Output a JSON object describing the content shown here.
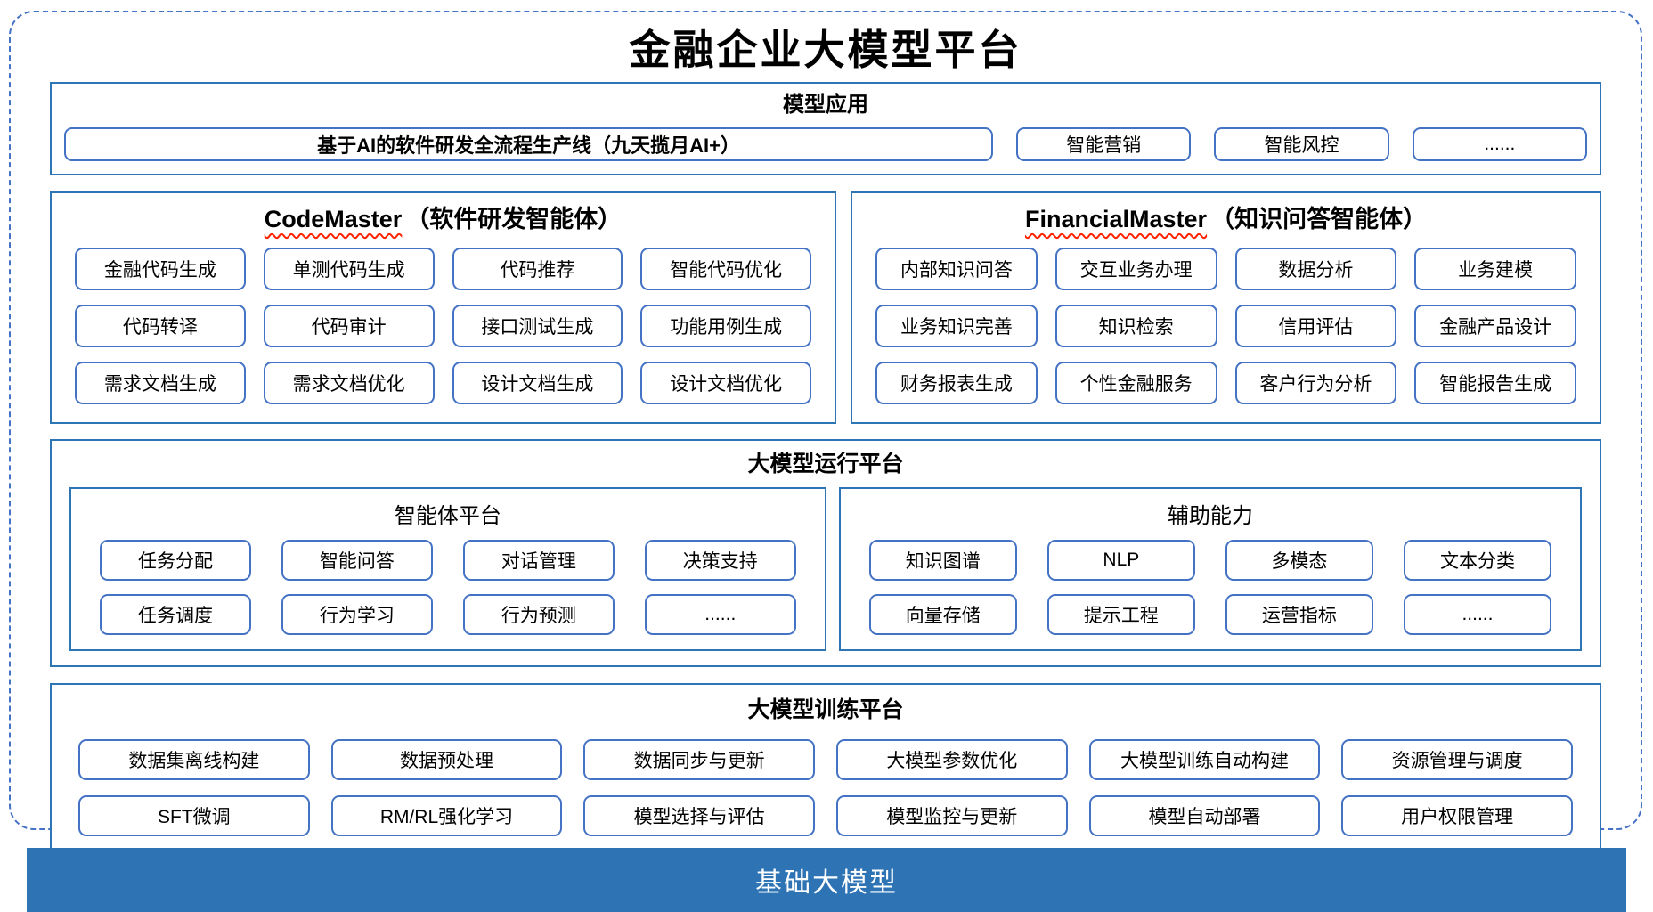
{
  "title": "金融企业大模型平台",
  "sections": {
    "model_apps": {
      "header": "模型应用",
      "main_item": "基于AI的软件研发全流程生产线（九天揽月AI+）",
      "items": [
        "智能营销",
        "智能风控",
        "......"
      ]
    },
    "agents": {
      "codemaster": {
        "title_en": "CodeMaster",
        "title_zh": "（软件研发智能体）",
        "items": [
          "金融代码生成",
          "单测代码生成",
          "代码推荐",
          "智能代码优化",
          "代码转译",
          "代码审计",
          "接口测试生成",
          "功能用例生成",
          "需求文档生成",
          "需求文档优化",
          "设计文档生成",
          "设计文档优化"
        ]
      },
      "financialmaster": {
        "title_en": "FinancialMaster",
        "title_zh": "（知识问答智能体）",
        "items": [
          "内部知识问答",
          "交互业务办理",
          "数据分析",
          "业务建模",
          "业务知识完善",
          "知识检索",
          "信用评估",
          "金融产品设计",
          "财务报表生成",
          "个性金融服务",
          "客户行为分析",
          "智能报告生成"
        ]
      }
    },
    "runtime": {
      "header": "大模型运行平台",
      "agent_platform": {
        "title": "智能体平台",
        "items": [
          "任务分配",
          "智能问答",
          "对话管理",
          "决策支持",
          "任务调度",
          "行为学习",
          "行为预测",
          "......"
        ]
      },
      "aux_capabilities": {
        "title": "辅助能力",
        "items": [
          "知识图谱",
          "NLP",
          "多模态",
          "文本分类",
          "向量存储",
          "提示工程",
          "运营指标",
          "......"
        ]
      }
    },
    "training": {
      "header": "大模型训练平台",
      "items": [
        "数据集离线构建",
        "数据预处理",
        "数据同步与更新",
        "大模型参数优化",
        "大模型训练自动构建",
        "资源管理与调度",
        "SFT微调",
        "RM/RL强化学习",
        "模型选择与评估",
        "模型监控与更新",
        "模型自动部署",
        "用户权限管理"
      ]
    },
    "foundation": {
      "label": "基础大模型"
    }
  },
  "colors": {
    "container_border": "#2E75B6",
    "pill_border": "#4472C4",
    "dashed_frame_border": "#4472C4",
    "foundation_bar_bg": "#2E74B5",
    "foundation_bar_text": "#FFFFFF",
    "spellcheck_underline": "#FF2200",
    "text": "#000000"
  }
}
